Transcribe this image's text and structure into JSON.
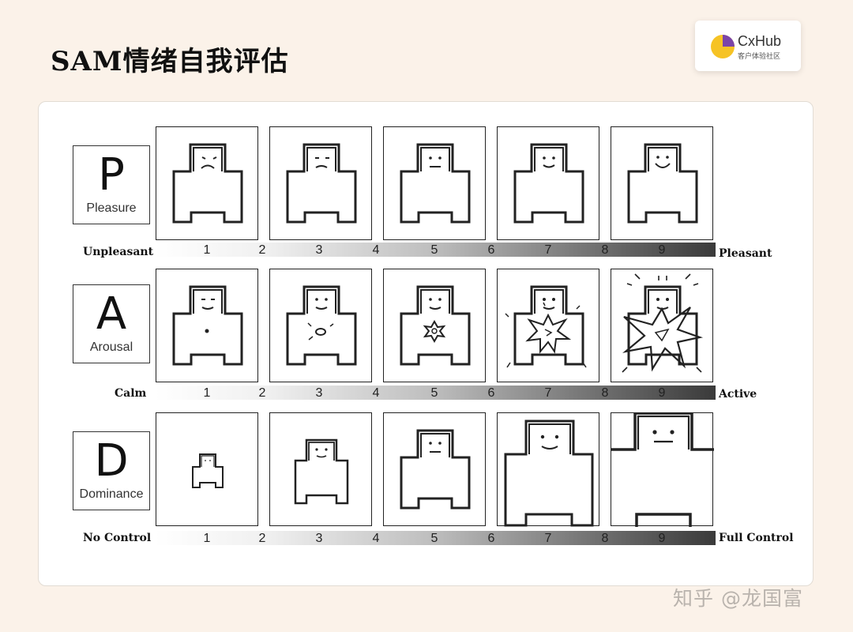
{
  "page": {
    "title": "SAM情绪自我评估",
    "watermark": "知乎 @龙国富"
  },
  "logo": {
    "name": "CxHub",
    "subtitle": "客户体验社区",
    "colors": {
      "yellow": "#f6c325",
      "purple": "#7b45a8"
    }
  },
  "rows": [
    {
      "key": "pleasure",
      "letter": "P",
      "word": "Pleasure",
      "left_label": "Unpleasant",
      "right_label": "Pleasant",
      "scale": [
        "1",
        "2",
        "3",
        "4",
        "5",
        "6",
        "7",
        "8",
        "9"
      ]
    },
    {
      "key": "arousal",
      "letter": "A",
      "word": "Arousal",
      "left_label": "Calm",
      "right_label": "Active",
      "scale": [
        "1",
        "2",
        "3",
        "4",
        "5",
        "6",
        "7",
        "8",
        "9"
      ]
    },
    {
      "key": "dominance",
      "letter": "D",
      "word": "Dominance",
      "left_label": "No Control",
      "right_label": "Full Control",
      "scale": [
        "1",
        "2",
        "3",
        "4",
        "5",
        "6",
        "7",
        "8",
        "9"
      ]
    }
  ]
}
